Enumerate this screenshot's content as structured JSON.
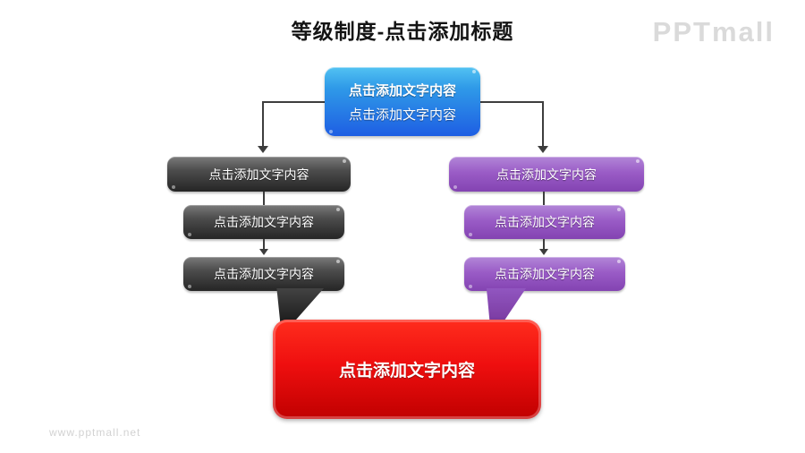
{
  "slide": {
    "title": "等级制度-点击添加标题",
    "logo": "PPTmall",
    "watermark": "www.pptmall.net"
  },
  "diagram": {
    "root": {
      "line1": "点击添加文字内容",
      "line2": "点击添加文字内容"
    },
    "left_branch": {
      "items": [
        "点击添加文字内容",
        "点击添加文字内容",
        "点击添加文字内容"
      ]
    },
    "right_branch": {
      "items": [
        "点击添加文字内容",
        "点击添加文字内容",
        "点击添加文字内容"
      ]
    },
    "bottom": {
      "label": "点击添加文字内容"
    }
  },
  "colors": {
    "blue_top": "#52c2f2",
    "blue_bottom": "#1e5ee3",
    "gray_top": "#7a7a7a",
    "gray_bottom": "#252525",
    "purple_top": "#b286d8",
    "purple_bottom": "#8343b2",
    "red_top": "#ff2d1d",
    "red_bottom": "#c00000",
    "connector": "#3d3d3d",
    "logo_gray": "#dadada",
    "title_black": "#141414"
  }
}
